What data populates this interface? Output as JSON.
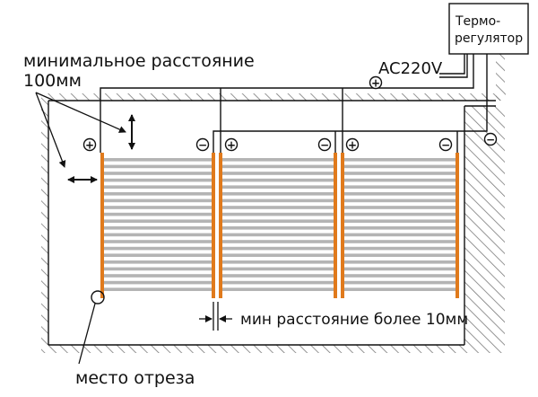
{
  "labels": {
    "min_distance_line1": "минимальное расстояние",
    "min_distance_line2": "100мм",
    "supply_voltage": "AC220V",
    "thermostat_line1": "Термо-",
    "thermostat_line2": "регулятор",
    "gap_label": "мин расстояние более 10мм",
    "cut_place": "место отреза"
  },
  "polarity": {
    "plus": "+",
    "minus": "−"
  },
  "colors": {
    "wire": "#111111",
    "strip_electrode": "#e07a1c",
    "heating_stripe": "#b4b4b4",
    "hatch": "#7a7a7a",
    "background": "#ffffff"
  },
  "film_panels": 3
}
